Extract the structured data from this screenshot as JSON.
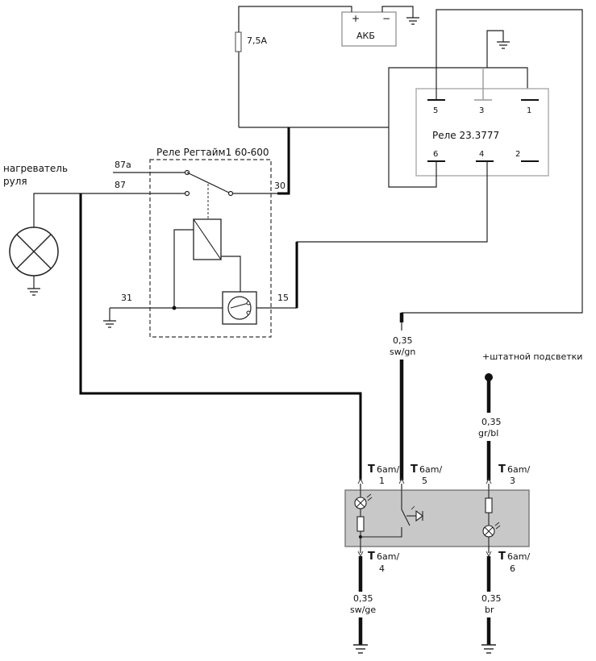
{
  "battery": {
    "label": "АКБ",
    "plus": "+",
    "minus": "−"
  },
  "fuse": {
    "label": "7,5А"
  },
  "relay_main": {
    "label": "Реле 23.3777",
    "pins_top": [
      "5",
      "3",
      "1"
    ],
    "pins_bottom": [
      "6",
      "4",
      "2"
    ]
  },
  "relay_regtime": {
    "label": "Реле Регтайм1 60-600",
    "pin_87a": "87a",
    "pin_87": "87",
    "pin_30": "30",
    "pin_31": "31",
    "pin_15": "15"
  },
  "heater": {
    "label_line1": "нагреватель",
    "label_line2": "руля"
  },
  "backlight": {
    "label": "+штатной подсветки"
  },
  "wires": {
    "swgn": {
      "gauge": "0,35",
      "color": "sw/gn"
    },
    "grbl": {
      "gauge": "0,35",
      "color": "gr/bl"
    },
    "swge": {
      "gauge": "0,35",
      "color": "sw/ge"
    },
    "br": {
      "gauge": "0,35",
      "color": "br"
    }
  },
  "connector": {
    "prefix": "T",
    "name": "6am/",
    "pin1": "1",
    "pin5": "5",
    "pin3": "3",
    "pin4": "4",
    "pin6": "6"
  }
}
